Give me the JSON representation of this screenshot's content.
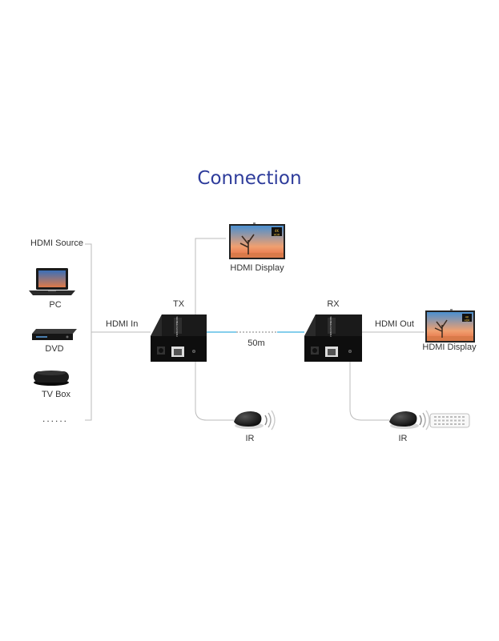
{
  "title": "Connection",
  "source": {
    "group_label": "HDMI Source",
    "devices": [
      "PC",
      "DVD",
      "TV Box"
    ],
    "more": "......"
  },
  "links": {
    "hdmi_in": "HDMI In",
    "distance": "50m",
    "hdmi_out": "HDMI Out"
  },
  "transmitter": {
    "label": "TX",
    "brand": "HDMI EXTENDER"
  },
  "receiver": {
    "label": "RX",
    "brand": "HDMI EXTENDER"
  },
  "displays": {
    "loop": "HDMI Display",
    "output": "HDMI Display",
    "badge_top": "4K",
    "badge_bottom": "HDR"
  },
  "ir": {
    "tx": "IR",
    "rx": "IR"
  },
  "colors": {
    "title": "#2e3c9b",
    "cable": "#3ab0e0",
    "line": "#bbbbbb"
  }
}
